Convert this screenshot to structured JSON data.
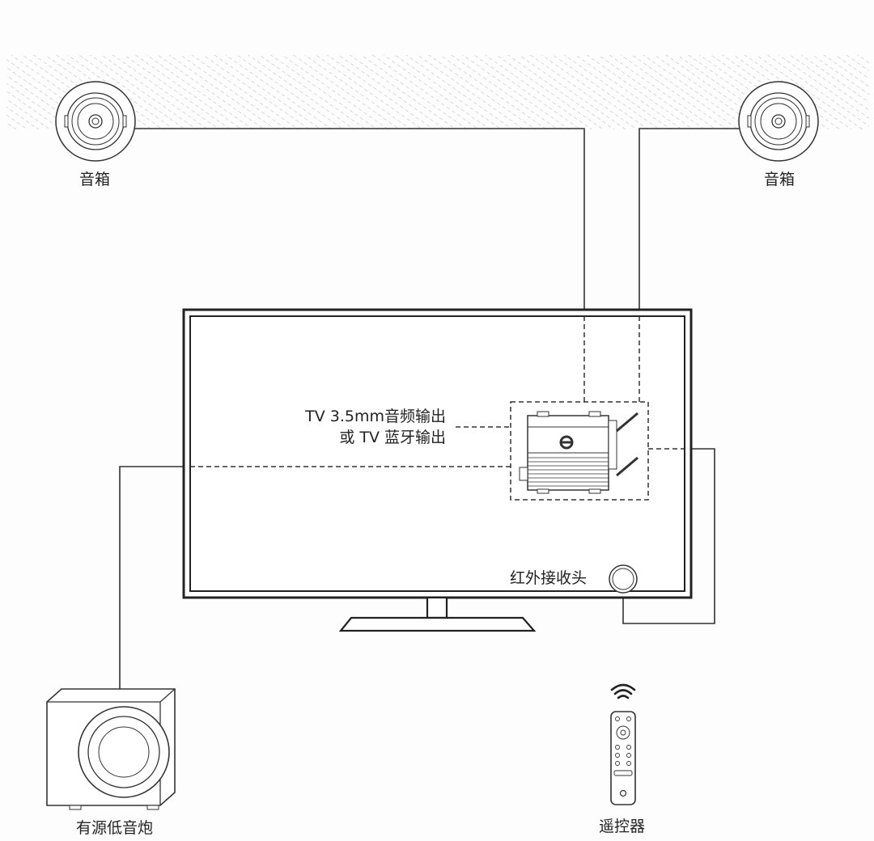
{
  "labels": {
    "speaker_left": "音箱",
    "speaker_right": "音箱",
    "tv_output_line1": "TV 3.5mm音频输出",
    "tv_output_line2": "或 TV 蓝牙输出",
    "ir_receiver": "红外接收头",
    "subwoofer": "有源低音炮",
    "remote": "遥控器"
  },
  "colors": {
    "line": "#333333",
    "background": "#fdfdfd"
  }
}
